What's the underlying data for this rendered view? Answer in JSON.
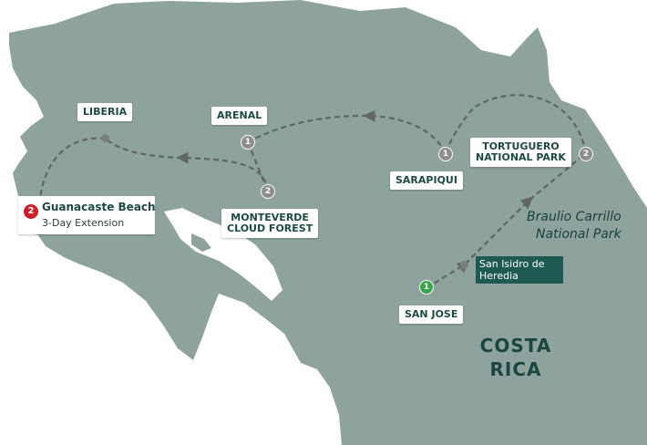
{
  "colors": {
    "land": "#8fa39e",
    "water": "#ffffff",
    "route": "#5f6664",
    "label_text": "#1d4a44",
    "start_marker": "#3aa64a",
    "stop_marker": "#8e8e8e",
    "extension_marker": "#cc1f2a",
    "dark_label": "#1e5a52"
  },
  "map": {
    "country": {
      "line1": "COSTA",
      "line2": "RICA"
    },
    "park": {
      "line1": "Braulio Carrillo",
      "line2": "National Park"
    },
    "places": {
      "liberia": {
        "name": "LIBERIA"
      },
      "arenal": {
        "name": "ARENAL",
        "marker": "1"
      },
      "monteverde": {
        "line1": "MONTEVERDE",
        "line2": "CLOUD FOREST",
        "marker": "2"
      },
      "sarapiqui": {
        "name": "SARAPIQUI",
        "marker": "1"
      },
      "tortuguero": {
        "line1": "TORTUGUERO",
        "line2": "NATIONAL PARK",
        "marker": "2"
      },
      "san_jose": {
        "name": "SAN JOSE",
        "marker": "1"
      },
      "san_isidro": {
        "line1": "San Isidro de",
        "line2": "Heredia"
      }
    },
    "extension": {
      "marker": "2",
      "title": "Guanacaste Beach",
      "subtitle": "3-Day Extension"
    }
  }
}
